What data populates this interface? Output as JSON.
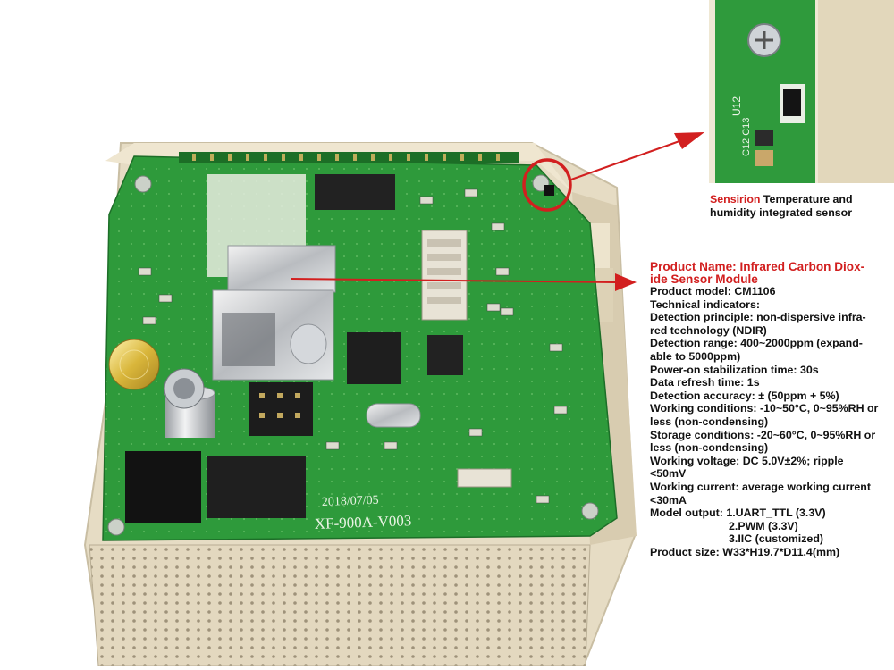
{
  "pcb_silkscreen": {
    "board_date": "2018/07/05",
    "board_model": "XF-900A-V003"
  },
  "sensor_callout": {
    "brand": "Sensirion",
    "text_line1": " Temperature and",
    "text_line2": "humidity integrated sensor"
  },
  "spec": {
    "title_line1": "Product Name: Infrared Carbon Diox-",
    "title_line2": "ide Sensor Module",
    "model_label": "Product model: ",
    "model_value": "CM1106",
    "tech_indicators": "Technical indicators:",
    "detection_principle_1": "Detection principle: non-dispersive infra-",
    "detection_principle_2": "red technology (NDIR)",
    "detection_range_1": "Detection range: 400~2000ppm (expand-",
    "detection_range_2": "able to 5000ppm)",
    "stabilization": "Power-on stabilization time: 30s",
    "refresh": "Data refresh time: 1s",
    "accuracy": "Detection accuracy: ± (50ppm + 5%)",
    "working_cond_1": "Working conditions: -10~50°C, 0~95%RH or",
    "working_cond_2": "less (non-condensing)",
    "storage_cond_1": "Storage conditions: -20~60°C, 0~95%RH or",
    "storage_cond_2": "less (non-condensing)",
    "voltage_1": "Working voltage: DC 5.0V±2%; ripple",
    "voltage_2": "<50mV",
    "current_1": "Working current: average working current",
    "current_2": "<30mA",
    "output_1": "Model output: 1.UART_TTL (3.3V)",
    "output_2": "2.PWM (3.3V)",
    "output_3": "3.IIC (customized)",
    "size_label": "Product size: ",
    "size_value": "W33*H19.7*D11.4(mm)"
  },
  "colors": {
    "callout_red": "#d21f1f",
    "pcb_green": "#2f9a3c",
    "enclosure_beige": "#e6dcc4"
  }
}
